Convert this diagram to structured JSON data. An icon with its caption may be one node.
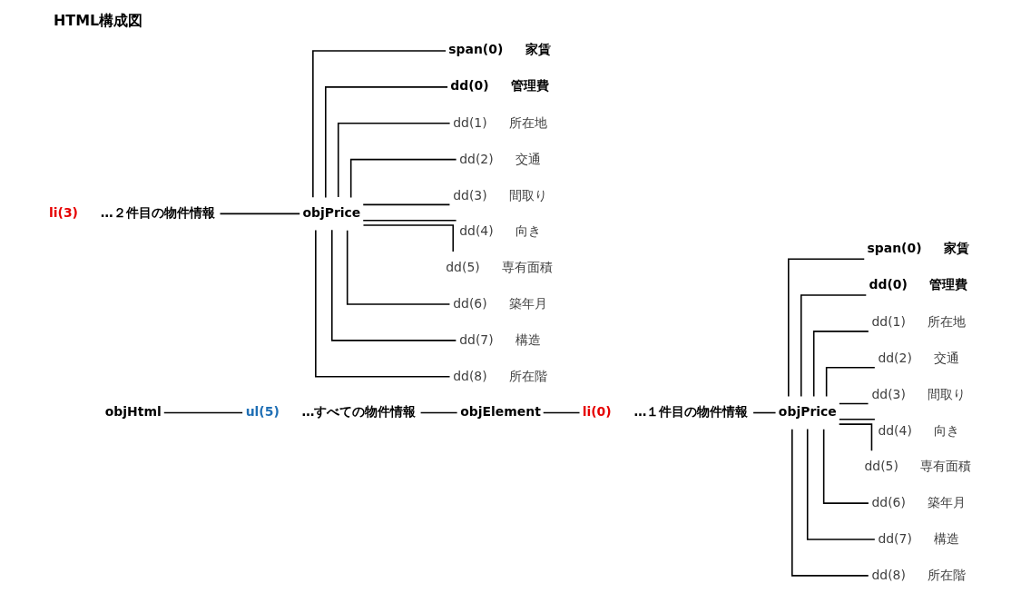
{
  "diagram": {
    "title": "HTML構成図",
    "nodes": [
      {
        "text": [
          "objHtml"
        ]
      },
      {
        "text": [
          "ul(5)"
        ],
        "beside": [
          "…すべての物件情報"
        ]
      },
      {
        "text": [
          "objElement"
        ]
      },
      {
        "text": [
          "li(0)"
        ],
        "beside": [
          "…１件目の物件情報"
        ]
      },
      {
        "text": [
          "objPrice"
        ]
      },
      {
        "text": [
          "span(0)"
        ],
        "beside": [
          "家賃"
        ]
      },
      {
        "text": [
          "dd(0)"
        ],
        "beside": [
          "管理費"
        ]
      },
      {
        "text": [
          "dd(1)"
        ],
        "beside": [
          "所在地"
        ]
      },
      {
        "text": [
          "dd(2)"
        ],
        "beside": [
          "交通"
        ]
      },
      {
        "text": [
          "dd(3)"
        ],
        "beside": [
          "間取り"
        ]
      },
      {
        "text": [
          "dd(4)"
        ],
        "beside": [
          "向き"
        ]
      },
      {
        "text": [
          "dd(5)"
        ],
        "beside": [
          "専有面積"
        ]
      },
      {
        "text": [
          "dd(6)"
        ],
        "beside": [
          "築年月"
        ]
      },
      {
        "text": [
          "dd(7)"
        ],
        "beside": [
          "構造"
        ]
      },
      {
        "text": [
          "dd(8)"
        ],
        "beside": [
          "所在階"
        ]
      },
      {
        "text": [
          "li(3)"
        ],
        "beside": [
          "…２件目の物件情報"
        ]
      },
      {
        "text": [
          "objPrice"
        ]
      },
      {
        "text": [
          "span(0)"
        ],
        "beside": [
          "家賃"
        ]
      },
      {
        "text": [
          "dd(0)"
        ],
        "beside": [
          "管理費"
        ]
      },
      {
        "text": [
          "dd(1)"
        ],
        "beside": [
          "所在地"
        ]
      },
      {
        "text": [
          "dd(2)"
        ],
        "beside": [
          "交通"
        ]
      },
      {
        "text": [
          "dd(3)"
        ],
        "beside": [
          "間取り"
        ]
      },
      {
        "text": [
          "dd(4)"
        ],
        "beside": [
          "向き"
        ]
      },
      {
        "text": [
          "dd(5)"
        ],
        "beside": [
          "専有面積"
        ]
      },
      {
        "text": [
          "dd(6)"
        ],
        "beside": [
          "築年月"
        ]
      },
      {
        "text": [
          "dd(7)"
        ],
        "beside": [
          "構造"
        ]
      },
      {
        "text": [
          "dd(8)"
        ],
        "beside": [
          "所在階"
        ]
      }
    ],
    "edges": [
      {
        "from": 0,
        "to": 1,
        "arrow": "none"
      },
      {
        "from": 1,
        "to": 2,
        "arrow": "none"
      },
      {
        "from": 2,
        "to": 3,
        "arrow": "none"
      },
      {
        "from": 3,
        "to": 4,
        "arrow": "none"
      },
      {
        "from": 4,
        "to": 5,
        "arrow": "none"
      },
      {
        "from": 4,
        "to": 6,
        "arrow": "none"
      },
      {
        "from": 4,
        "to": 7,
        "arrow": "none"
      },
      {
        "from": 4,
        "to": 8,
        "arrow": "none"
      },
      {
        "from": 4,
        "to": 9,
        "arrow": "none"
      },
      {
        "from": 4,
        "to": 10,
        "arrow": "none"
      },
      {
        "from": 4,
        "to": 11,
        "arrow": "none"
      },
      {
        "from": 4,
        "to": 12,
        "arrow": "none"
      },
      {
        "from": 4,
        "to": 13,
        "arrow": "none"
      },
      {
        "from": 4,
        "to": 14,
        "arrow": "none"
      },
      {
        "from": 15,
        "to": 16,
        "arrow": "none"
      },
      {
        "from": 16,
        "to": 17,
        "arrow": "none"
      },
      {
        "from": 16,
        "to": 18,
        "arrow": "none"
      },
      {
        "from": 16,
        "to": 19,
        "arrow": "none"
      },
      {
        "from": 16,
        "to": 20,
        "arrow": "none"
      },
      {
        "from": 16,
        "to": 21,
        "arrow": "none"
      },
      {
        "from": 16,
        "to": 22,
        "arrow": "none"
      },
      {
        "from": 16,
        "to": 23,
        "arrow": "none"
      },
      {
        "from": 16,
        "to": 24,
        "arrow": "none"
      },
      {
        "from": 16,
        "to": 25,
        "arrow": "none"
      },
      {
        "from": 16,
        "to": 26,
        "arrow": "none"
      }
    ]
  }
}
